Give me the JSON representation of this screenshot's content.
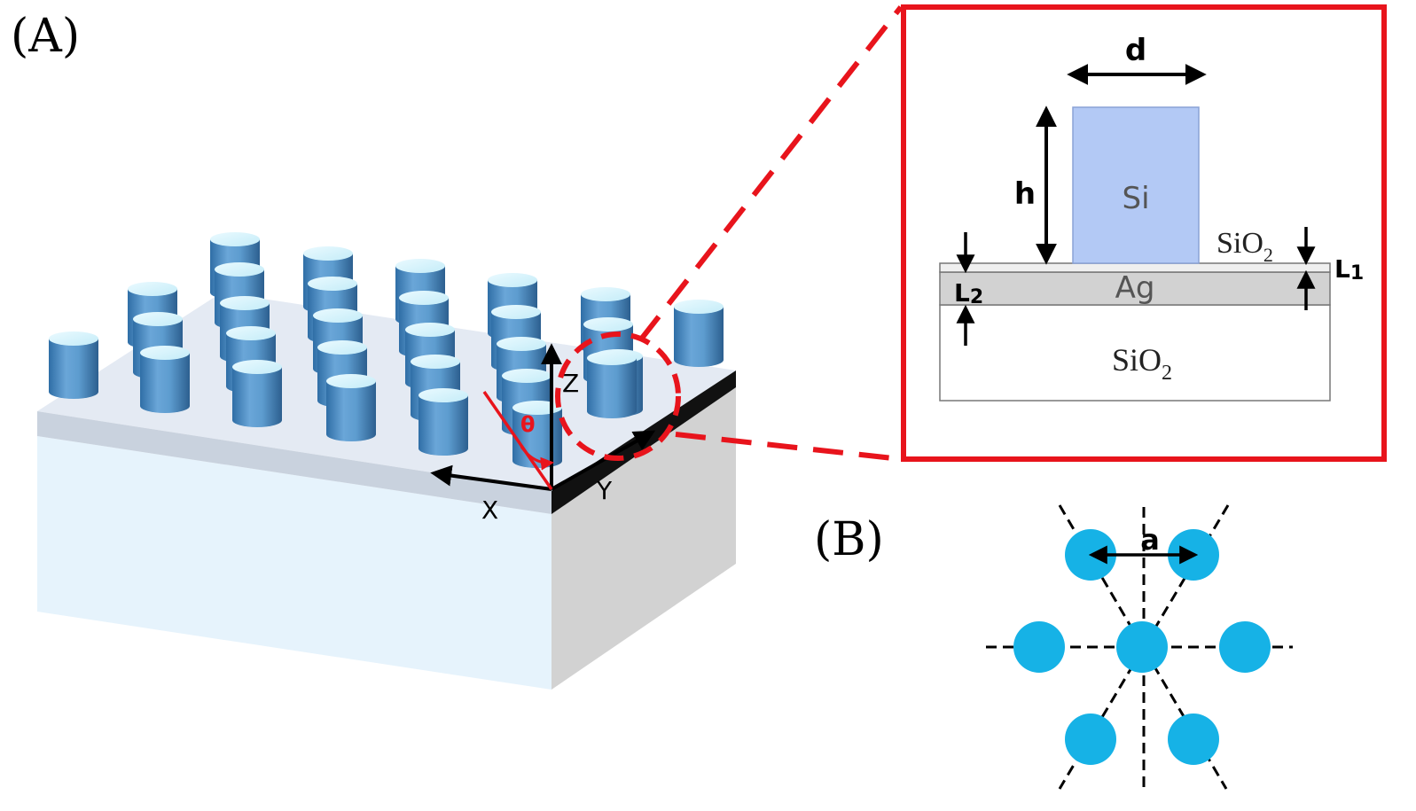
{
  "panel_a": {
    "label": "(A)",
    "axes": {
      "x": "X",
      "y": "Y",
      "z": "Z",
      "angle": "θ"
    }
  },
  "inset": {
    "diameter_label": "d",
    "height_label": "h",
    "pillar_material": "Si",
    "cap_layer": {
      "text": "SiO",
      "sub": "2"
    },
    "metal_layer": "Ag",
    "substrate": {
      "text": "SiO",
      "sub": "2"
    },
    "l1": {
      "text": "L",
      "sub": "1"
    },
    "l2": {
      "text": "L",
      "sub": "2"
    }
  },
  "panel_b": {
    "label": "(B)",
    "lattice_constant_label": "a"
  },
  "colors": {
    "highlight": "#e8141c",
    "pillar_fill": "#b3c9f5",
    "silver_layer": "#d2d2d2",
    "disk": "#16b2e6",
    "cylinder_side": "#4f8fc4",
    "cylinder_top": "#d9f4fb"
  }
}
